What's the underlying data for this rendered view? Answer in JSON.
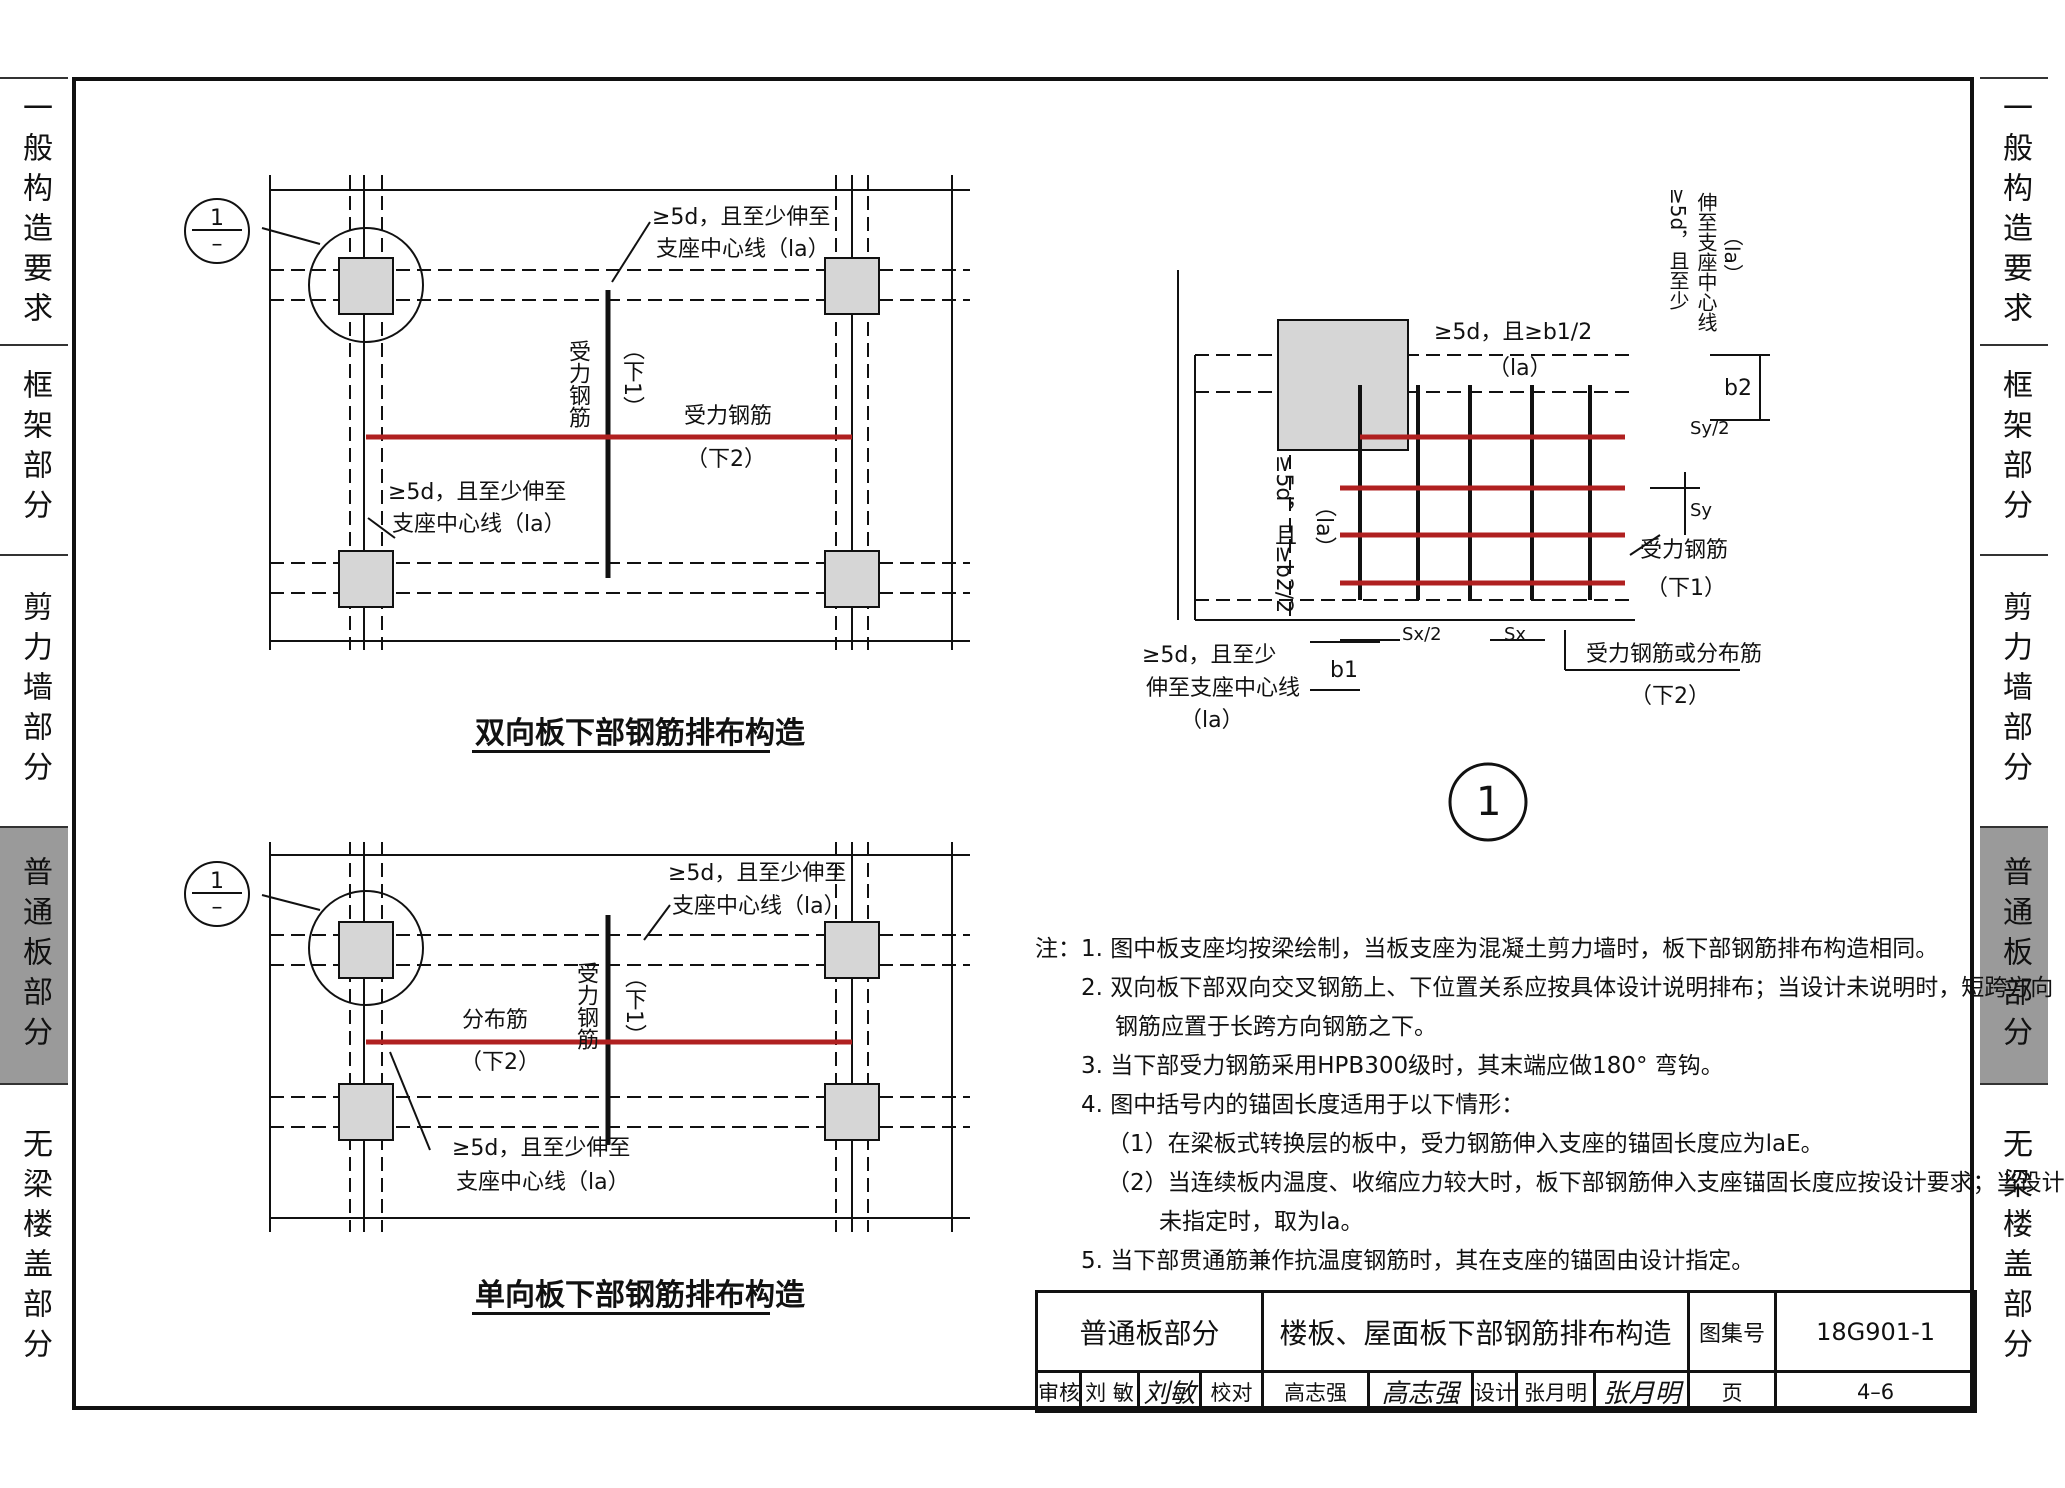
{
  "side_tabs": [
    {
      "label": "一般构造要求",
      "active": false
    },
    {
      "label": "框架部分",
      "active": false
    },
    {
      "label": "剪力墙部分",
      "active": false
    },
    {
      "label": "普通板部分",
      "active": true
    },
    {
      "label": "无梁楼盖部分",
      "active": false
    }
  ],
  "diagram1": {
    "title": "双向板下部钢筋排布构造",
    "callout_top": "1",
    "callout_bottom": "–",
    "note_top_1": "≥5d，且至少伸至",
    "note_top_2": "支座中心线（la）",
    "vertical_bar_label": "受力钢筋",
    "vertical_bar_sub": "（下1）",
    "horizontal_bar_label": "受力钢筋",
    "horizontal_bar_sub": "（下2）",
    "note_left_1": "≥5d，且至少伸至",
    "note_left_2": "支座中心线（la）"
  },
  "diagram2": {
    "title": "单向板下部钢筋排布构造",
    "callout_top": "1",
    "callout_bottom": "–",
    "note_top_1": "≥5d，且至少伸至",
    "note_top_2": "支座中心线（la）",
    "vertical_bar_label": "受力钢筋",
    "vertical_bar_sub": "（下1）",
    "horizontal_bar_label": "分布筋",
    "horizontal_bar_sub": "（下2）",
    "note_bottom_1": "≥5d，且至少伸至",
    "note_bottom_2": "支座中心线（la）"
  },
  "detail1": {
    "label": "1",
    "top_right_1": "≥5d，且至少",
    "top_right_2": "伸至支座中心线",
    "top_right_3": "（la）",
    "top_dim_1": "≥5d，且≥b1/2",
    "top_dim_2": "（la）",
    "b2": "b2",
    "sy2": "Sy/2",
    "sy": "Sy",
    "left_dim_1": "≥5d，且≥b2/2",
    "left_dim_2": "（la）",
    "bar_down1": "受力钢筋",
    "bar_down1_sub": "（下1）",
    "sx2": "Sx/2",
    "sx": "Sx",
    "bottom_left_1": "≥5d，且至少",
    "bottom_left_2": "伸至支座中心线",
    "bottom_left_3": "（la）",
    "b1": "b1",
    "bar_down2": "受力钢筋或分布筋",
    "bar_down2_sub": "（下2）"
  },
  "notes": {
    "lead": "注：",
    "items": [
      "1.  图中板支座均按梁绘制，当板支座为混凝土剪力墙时，板下部钢筋排布构造相同。",
      "2.  双向板下部双向交叉钢筋上、下位置关系应按具体设计说明排布；当设计未说明时，短跨方向",
      "钢筋应置于长跨方向钢筋之下。",
      "3.  当下部受力钢筋采用HPB300级时，其末端应做180° 弯钩。",
      "4.  图中括号内的锚固长度适用于以下情形：",
      "（1）在梁板式转换层的板中，受力钢筋伸入支座的锚固长度应为laE。",
      "（2）当连续板内温度、收缩应力较大时，板下部钢筋伸入支座锚固长度应按设计要求；当设计",
      "未指定时，取为la。",
      "5.  当下部贯通筋兼作抗温度钢筋时，其在支座的锚固由设计指定。"
    ]
  },
  "title_block": {
    "section": "普通板部分",
    "drawing_title": "楼板、屋面板下部钢筋排布构造",
    "atlas_label": "图集号",
    "atlas_no": "18G901-1",
    "review_label": "审核",
    "reviewer": "刘 敏",
    "reviewer_sig": "刘敏",
    "check_label": "校对",
    "checker": "高志强",
    "checker_sig": "高志强",
    "design_label": "设计",
    "designer": "张月明",
    "designer_sig": "张月明",
    "page_label": "页",
    "page_no": "4–6"
  },
  "colors": {
    "rebar_red": "#b02020",
    "support_fill": "#d6d6d6",
    "line": "#111111",
    "active_tab": "#9a9a9a"
  }
}
